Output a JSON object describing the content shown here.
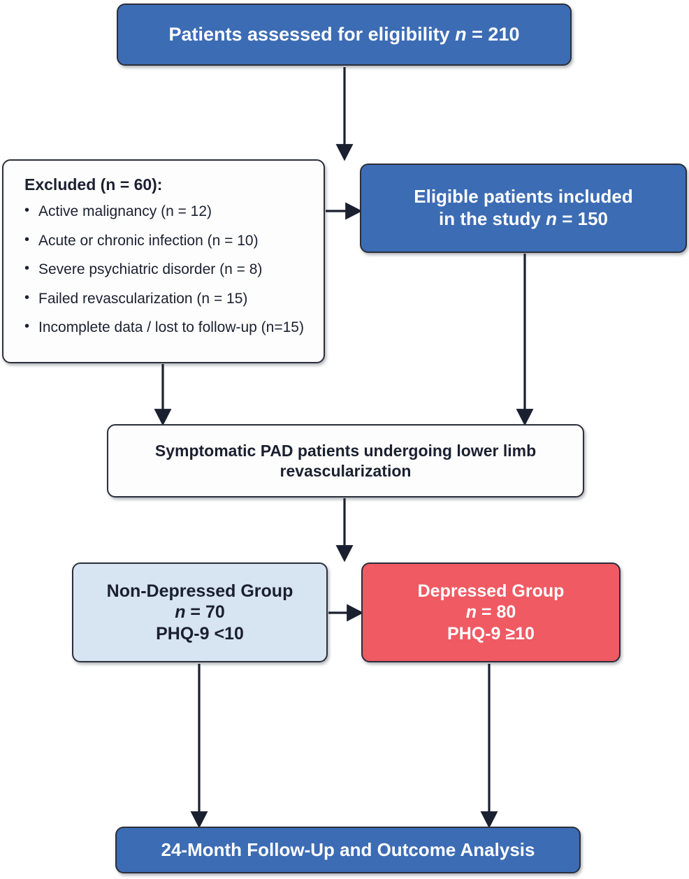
{
  "diagram": {
    "title": "Study enrollment and group allocation flowchart",
    "colors": {
      "blue": "#3c6cb4",
      "light_blue": "#d7e4f1",
      "red": "#ef5a63",
      "white": "#fdfdfd",
      "stroke": "#2b2f3b",
      "text_dark": "#1b2030",
      "text_light": "#ffffff"
    },
    "nodes": {
      "assessed": {
        "text_main": "Patients assessed for eligibility ",
        "text_italic": "n",
        "text_tail": " = 210",
        "full_text": "Patients assessed for eligibility n = 210"
      },
      "excluded": {
        "title": "Excluded (n = 60):",
        "items": [
          "Active malignancy (n = 12)",
          "Acute or chronic infection (n = 10)",
          "Severe psychiatric disorder (n = 8)",
          "Failed revascularization (n = 15)",
          "Incomplete data / lost to follow-up (n=15)"
        ]
      },
      "eligible": {
        "line1": "Eligible patients included",
        "line2_main": "in the study ",
        "line2_italic": "n",
        "line2_tail": " = 150",
        "full_text": "Eligible patients included in the study n = 150"
      },
      "symptomatic": {
        "full_text": "Symptomatic PAD patients undergoing lower limb revascularization"
      },
      "non_depressed": {
        "line1": "Non-Depressed Group",
        "line2_italic": "n",
        "line2_tail": " = 70",
        "line3": "PHQ-9 <10",
        "full_text": "Non-Depressed Group n = 70 PHQ-9 <10"
      },
      "depressed": {
        "line1": "Depressed Group",
        "line2_italic": "n",
        "line2_tail": " = 80",
        "line3": "PHQ-9 ≥10",
        "full_text": "Depressed Group n = 80 PHQ-9 ≥10"
      },
      "followup": {
        "full_text": "24-Month Follow-Up and Outcome Analysis"
      }
    },
    "connectors": [
      {
        "name": "assessed-to-eligible",
        "direction": "down"
      },
      {
        "name": "excluded-to-eligible",
        "direction": "right"
      },
      {
        "name": "excluded-to-symptomatic",
        "direction": "down"
      },
      {
        "name": "eligible-to-symptomatic",
        "direction": "down"
      },
      {
        "name": "symptomatic-to-groups",
        "direction": "down"
      },
      {
        "name": "non-depressed-to-depressed",
        "direction": "right"
      },
      {
        "name": "non-depressed-to-followup",
        "direction": "down"
      },
      {
        "name": "depressed-to-followup",
        "direction": "down"
      }
    ]
  }
}
